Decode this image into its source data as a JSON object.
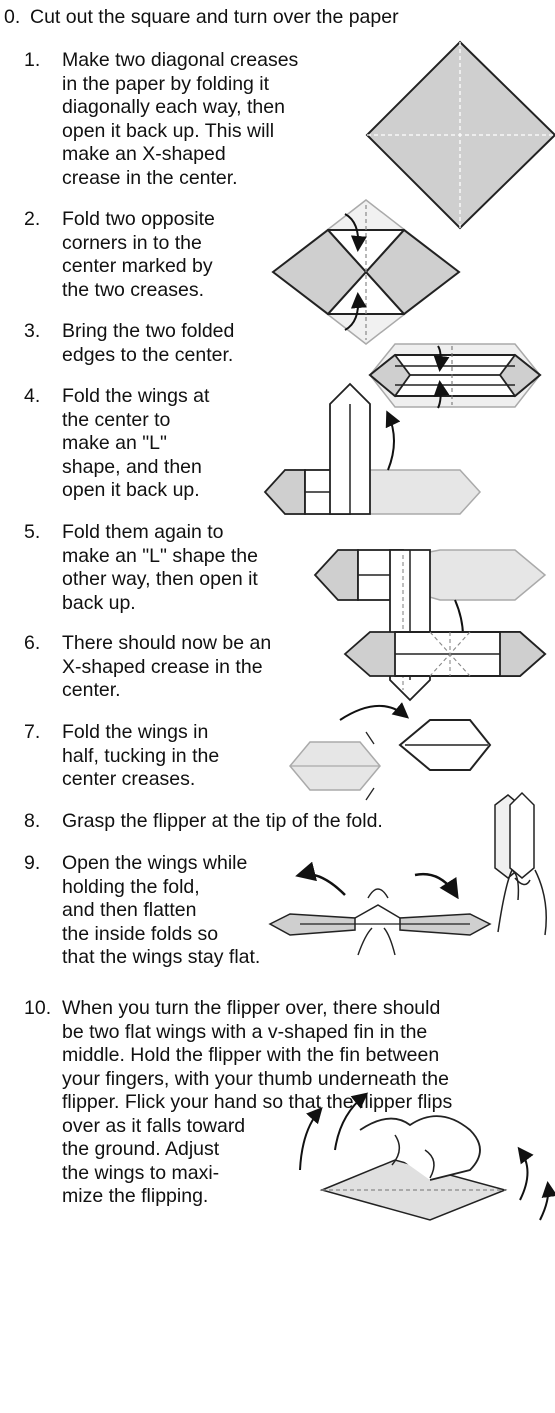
{
  "steps": [
    {
      "num": "0.",
      "lines": [
        "Cut out the square and turn over the paper"
      ]
    },
    {
      "num": "1.",
      "lines": [
        "Make two diagonal creases",
        "in the paper by folding it",
        "diagonally each way, then",
        "open it back up. This will",
        "make an X-shaped",
        "crease in the center."
      ]
    },
    {
      "num": "2.",
      "lines": [
        "Fold two opposite",
        "corners in to the",
        "center marked by",
        "the two creases."
      ]
    },
    {
      "num": "3.",
      "lines": [
        "Bring the two folded",
        "edges to the center."
      ]
    },
    {
      "num": "4.",
      "lines": [
        "Fold the wings at",
        "the center to",
        "make an \"L\"",
        "shape, and then",
        "open it back up."
      ]
    },
    {
      "num": "5.",
      "lines": [
        "Fold them again to",
        "make an \"L\" shape the",
        "other way, then open it",
        "back up."
      ]
    },
    {
      "num": "6.",
      "lines": [
        "There should now be an",
        "X-shaped crease in the",
        "center."
      ]
    },
    {
      "num": "7.",
      "lines": [
        "Fold the wings in",
        "half, tucking in the",
        "center creases."
      ]
    },
    {
      "num": "8.",
      "lines": [
        "Grasp the flipper at the tip of the fold."
      ]
    },
    {
      "num": "9.",
      "lines": [
        "Open the wings while",
        "holding the fold,",
        "and then flatten",
        "the inside folds so",
        "that the wings stay flat."
      ]
    },
    {
      "num": "10.",
      "lines": [
        "When you turn the flipper over, there should",
        "be two flat wings with a v-shaped fin in the",
        "middle. Hold the flipper with the fin between",
        "your fingers, with your thumb underneath the",
        "flipper. Flick your hand so that the flipper flips",
        "over as it falls toward",
        "the ground. Adjust",
        "the wings to maxi-",
        "mize the flipping."
      ]
    }
  ],
  "figures": [
    "square-diagram",
    "corners-fold-diagram",
    "edges-fold-diagram",
    "l-fold-up-diagram",
    "l-fold-down-diagram",
    "x-crease-diagram",
    "wings-half-diagram",
    "grasp-hand-diagram",
    "open-wings-diagram",
    "flick-hand-diagram"
  ]
}
